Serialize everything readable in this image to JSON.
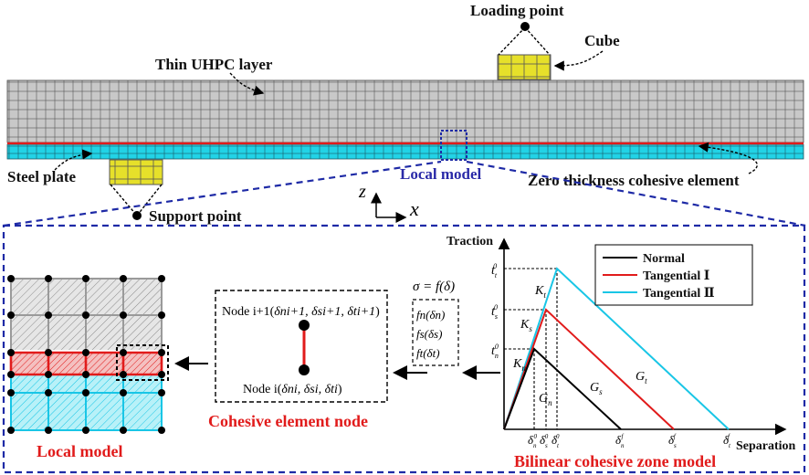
{
  "top": {
    "loading_point": "Loading point",
    "cube": "Cube",
    "thin_uhpc": "Thin UHPC layer",
    "steel_plate": "Steel plate",
    "local_model": "Local model",
    "zero_thickness": "Zero thickness cohesive element",
    "support_point": "Support point",
    "axis_z": "z",
    "axis_x": "x"
  },
  "left_panel": {
    "title": "Local model"
  },
  "middle_panel": {
    "title": "Cohesive element node",
    "node_top_prefix": "Node i+1(",
    "node_top_vars": "δni+1, δsi+1, δti+1",
    "node_top_suffix": ")",
    "node_bottom_prefix": "Node i(",
    "node_bottom_vars": "δni, δsi, δti",
    "node_bottom_suffix": ")",
    "sigma_eq": "σ = f(δ)",
    "fn": "fn(δn)",
    "fs": "fs(δs)",
    "ft": "ft(δt)"
  },
  "right_panel": {
    "title": "Bilinear cohesive zone model",
    "y_axis": "Traction",
    "x_axis": "Separation",
    "legend": [
      {
        "label": "Normal",
        "color": "#000000"
      },
      {
        "label": "Tangential Ⅰ",
        "color": "#e11b1b"
      },
      {
        "label": "Tangential Ⅱ",
        "color": "#19c6e6"
      }
    ],
    "t_labels": [
      "t",
      "t",
      "t"
    ],
    "t_subs": [
      "t",
      "s",
      "n"
    ],
    "k_labels": [
      "K",
      "K",
      "K"
    ],
    "k_subs": [
      "t",
      "s",
      "n"
    ],
    "g_labels": [
      "G",
      "G",
      "G"
    ],
    "g_subs": [
      "n",
      "s",
      "t"
    ],
    "delta0_subs": [
      "n",
      "s",
      "t"
    ],
    "deltaf_subs": [
      "n",
      "s",
      "t"
    ],
    "delta": "δ"
  },
  "colors": {
    "concrete": "#c8c8c8",
    "steel": "#22d3e6",
    "cohesive": "#e11b1b",
    "frame": "#1e2aa6",
    "cube": "#e6e02a"
  }
}
